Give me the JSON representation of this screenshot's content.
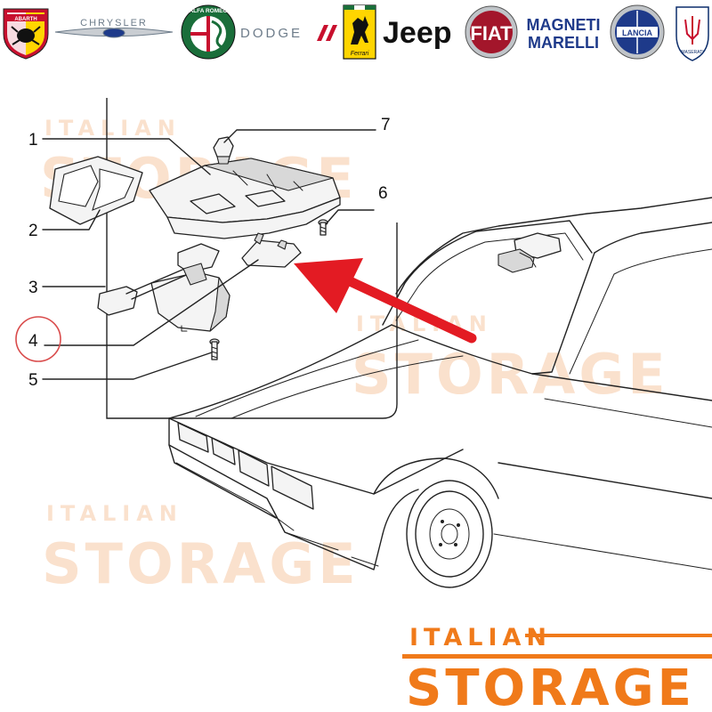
{
  "brand_logos": [
    {
      "name": "abarth",
      "text": "ABARTH",
      "color": "#c8102e"
    },
    {
      "name": "chrysler",
      "text": "CHRYSLER",
      "color": "#6d7c8a"
    },
    {
      "name": "alfa-romeo",
      "text": "ALFA ROMEO",
      "color": "#1a6e3a"
    },
    {
      "name": "dodge",
      "text": "DODGE",
      "color": "#c8102e"
    },
    {
      "name": "ferrari",
      "text": "Ferrari",
      "color": "#ffd500"
    },
    {
      "name": "jeep",
      "text": "Jeep",
      "color": "#111111"
    },
    {
      "name": "fiat",
      "text": "FIAT",
      "color": "#a3162b"
    },
    {
      "name": "magneti-marelli",
      "text_line1": "MAGNETI",
      "text_line2": "MARELLI",
      "color": "#1e3a8a"
    },
    {
      "name": "lancia",
      "text": "LANCIA",
      "color": "#1e3a8a"
    },
    {
      "name": "maserati",
      "text": "MASERATI",
      "color": "#0c2d6b"
    }
  ],
  "callouts": [
    "1",
    "2",
    "3",
    "4",
    "5",
    "6",
    "7"
  ],
  "highlighted_callout": "4",
  "colors": {
    "highlight_ring": "#d94b4b",
    "arrow": "#e31b23",
    "watermark": "#f6c9a6",
    "brand_orange": "#f07a1a"
  },
  "watermark": {
    "line1": "ITALIAN",
    "line2": "STORAGE"
  },
  "brand_footer": {
    "line1": "ITALIAN",
    "line2": "STORAGE"
  }
}
